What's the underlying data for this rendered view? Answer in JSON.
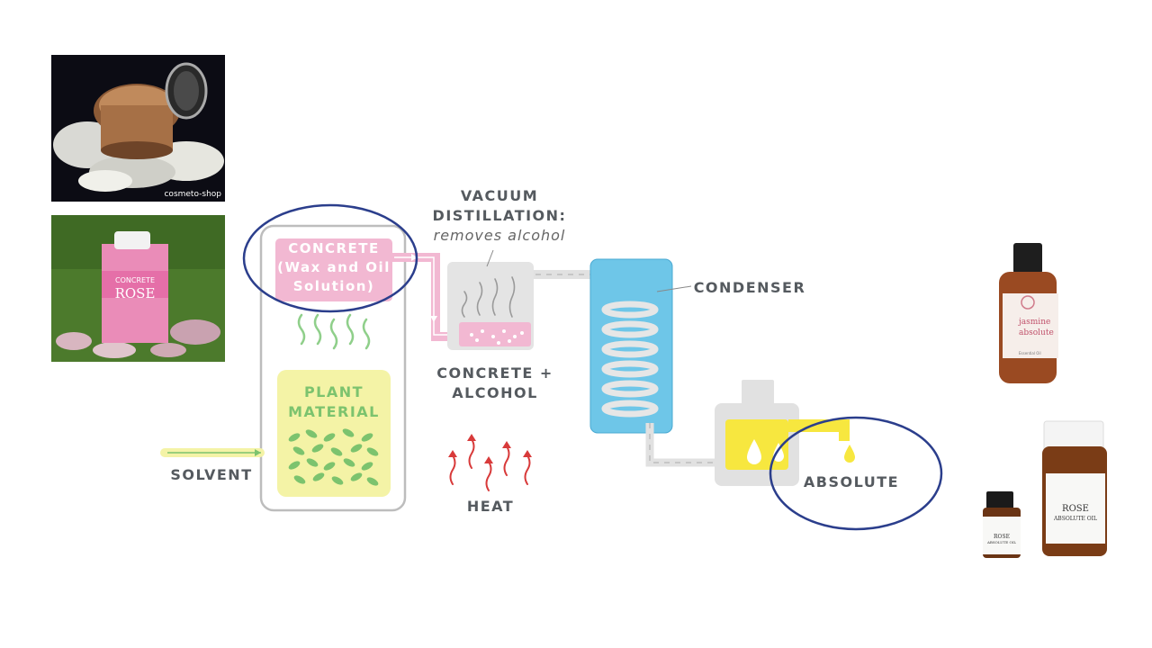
{
  "photos": {
    "concrete_jar_watermark": "cosmeto-shop",
    "concrete_box_brand": "CONCRETE",
    "concrete_box_name": "ROSE",
    "jasmine_label_line1": "jasmine",
    "jasmine_label_line2": "absolute",
    "jasmine_label_small": "Essential Oil",
    "rose_small_label_line1": "ROSE",
    "rose_small_label_line2": "ABSOLUTE OIL",
    "rose_large_label_line1": "ROSE",
    "rose_large_label_line2": "ABSOLUTE OIL"
  },
  "diagram": {
    "concrete_label_line1": "CONCRETE",
    "concrete_label_line2": "(Wax and Oil",
    "concrete_label_line3": "Solution)",
    "plant_label_line1": "PLANT",
    "plant_label_line2": "MATERIAL",
    "solvent_label": "SOLVENT",
    "vacuum_line1": "VACUUM",
    "vacuum_line2": "DISTILLATION:",
    "vacuum_line3": "removes alcohol",
    "concrete_alcohol_line1": "CONCRETE +",
    "concrete_alcohol_line2": "ALCOHOL",
    "heat_label": "HEAT",
    "condenser_label": "CONDENSER",
    "absolute_label": "ABSOLUTE"
  },
  "colors": {
    "pink": "#f2b8d2",
    "pink_dark": "#ea9cc2",
    "yellow_green": "#f4f3a6",
    "green": "#7cc36e",
    "blue": "#6ec6e8",
    "gray": "#e1e1e1",
    "yellow": "#f7e73f",
    "red": "#d83a3a",
    "highlight_circle": "#2b3e8c"
  }
}
